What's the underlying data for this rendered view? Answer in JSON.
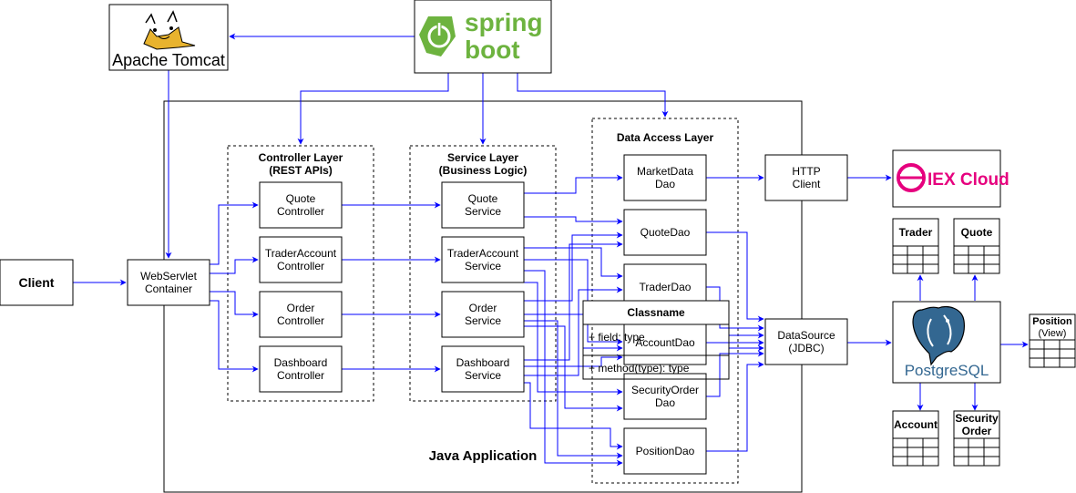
{
  "nodes": {
    "tomcat": {
      "label": "Apache Tomcat"
    },
    "spring": {
      "label_top": "spring",
      "label_bottom": "boot"
    },
    "client": {
      "label": "Client"
    },
    "webservlet": {
      "line1": "WebServlet",
      "line2": "Container"
    },
    "quote_controller": {
      "line1": "Quote",
      "line2": "Controller"
    },
    "trader_account_controller": {
      "line1": "TraderAccount",
      "line2": "Controller"
    },
    "order_controller": {
      "line1": "Order",
      "line2": "Controller"
    },
    "dashboard_controller": {
      "line1": "Dashboard",
      "line2": "Controller"
    },
    "quote_service": {
      "line1": "Quote",
      "line2": "Service"
    },
    "trader_account_service": {
      "line1": "TraderAccount",
      "line2": "Service"
    },
    "order_service": {
      "line1": "Order",
      "line2": "Service"
    },
    "dashboard_service": {
      "line1": "Dashboard",
      "line2": "Service"
    },
    "market_data_dao": {
      "line1": "MarketData",
      "line2": "Dao"
    },
    "quote_dao": {
      "label": "QuoteDao"
    },
    "trader_dao": {
      "label": "TraderDao"
    },
    "account_dao": {
      "label": "AccountDao"
    },
    "security_order_dao": {
      "line1": "SecurityOrder",
      "line2": "Dao"
    },
    "position_dao": {
      "label": "PositionDao"
    },
    "http_client": {
      "line1": "HTTP",
      "line2": "Client"
    },
    "iex": {
      "label": "IEX Cloud"
    },
    "datasource": {
      "line1": "DataSource",
      "line2": "(JDBC)"
    },
    "postgres": {
      "label": "PostgreSQL"
    },
    "trader_table": {
      "label": "Trader"
    },
    "quote_table": {
      "label": "Quote"
    },
    "account_table": {
      "label": "Account"
    },
    "security_order_table": {
      "line1": "Security",
      "line2": "Order"
    },
    "position_view": {
      "line1": "Position",
      "line2": "(View)"
    }
  },
  "containers": {
    "java_app": "Java Application",
    "controller_layer": {
      "line1": "Controller Layer",
      "line2": "(REST APIs)"
    },
    "service_layer": {
      "line1": "Service Layer",
      "line2": "(Business Logic)"
    },
    "data_access_layer": "Data Access Layer"
  },
  "classbox": {
    "title": "Classname",
    "field": "+ field: type",
    "method": "+ method(type): type"
  },
  "colors": {
    "edge": "#0000ff",
    "spring_green": "#6db33f",
    "iex_pink": "#e6007e",
    "postgres_blue": "#336791"
  }
}
